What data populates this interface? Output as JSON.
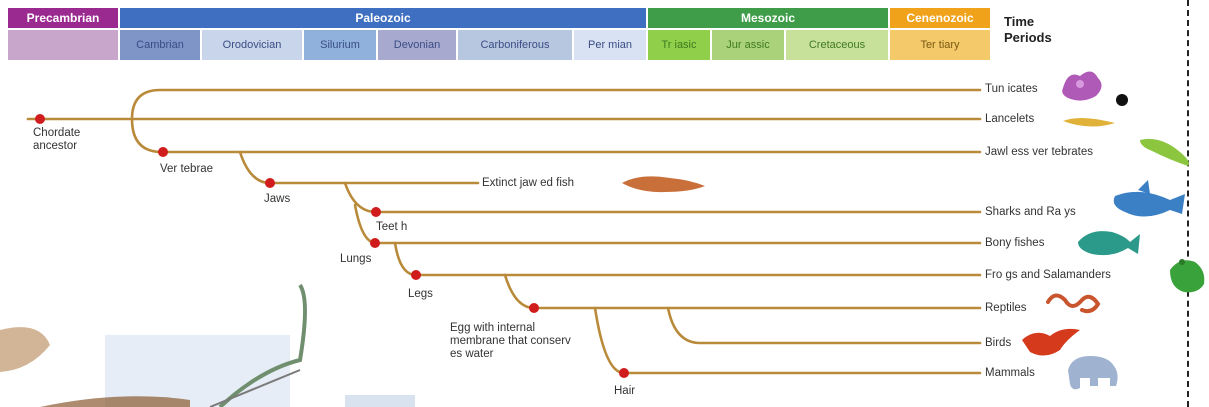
{
  "header": {
    "eras": [
      "Precambrian",
      "Paleozoic",
      "Mesozoic",
      "Cenenozoic"
    ],
    "periods": [
      "Cambrian",
      "Orodovician",
      "Silurium",
      "Devonian",
      "Carboniferous",
      "Per mian",
      "Tr iasic",
      "Jur assic",
      "Cretaceous",
      "Ter tiary"
    ],
    "time_periods": "Time Periods"
  },
  "nodes": {
    "chordate_ancestor": "Chordate ancestor",
    "vertebrae": "Ver tebrae",
    "jaws": "Jaws",
    "teeth": "Teet h",
    "lungs": "Lungs",
    "legs": "Legs",
    "egg": "Egg with internal membrane that conserv es water",
    "hair": "Hair"
  },
  "tips": {
    "tunicates": "Tun icates",
    "lancelets": "Lancelets",
    "jawless": "Jawl ess ver  tebrates",
    "extinct": "Extinct jaw ed fish",
    "sharks": "Sharks and Ra    ys",
    "bony": "Bony fishes",
    "frogs": "Fro gs and Salamanders",
    "reptiles": "Reptiles",
    "birds": "Birds",
    "mammals": "Mammals"
  },
  "colors": {
    "precambrian": "#9b2a90",
    "paleozoic": "#3f6fc0",
    "mesozoic": "#3f9c48",
    "cenozoic": "#f0a21a",
    "branch": "#b88a3a",
    "node": "#d01c1c"
  },
  "icons": [
    "tunicate-icon",
    "lancelet-icon",
    "lamprey-icon",
    "extinct-fish-icon",
    "shark-icon",
    "bony-fish-icon",
    "frog-icon",
    "snake-icon",
    "bird-icon",
    "elephant-icon"
  ]
}
